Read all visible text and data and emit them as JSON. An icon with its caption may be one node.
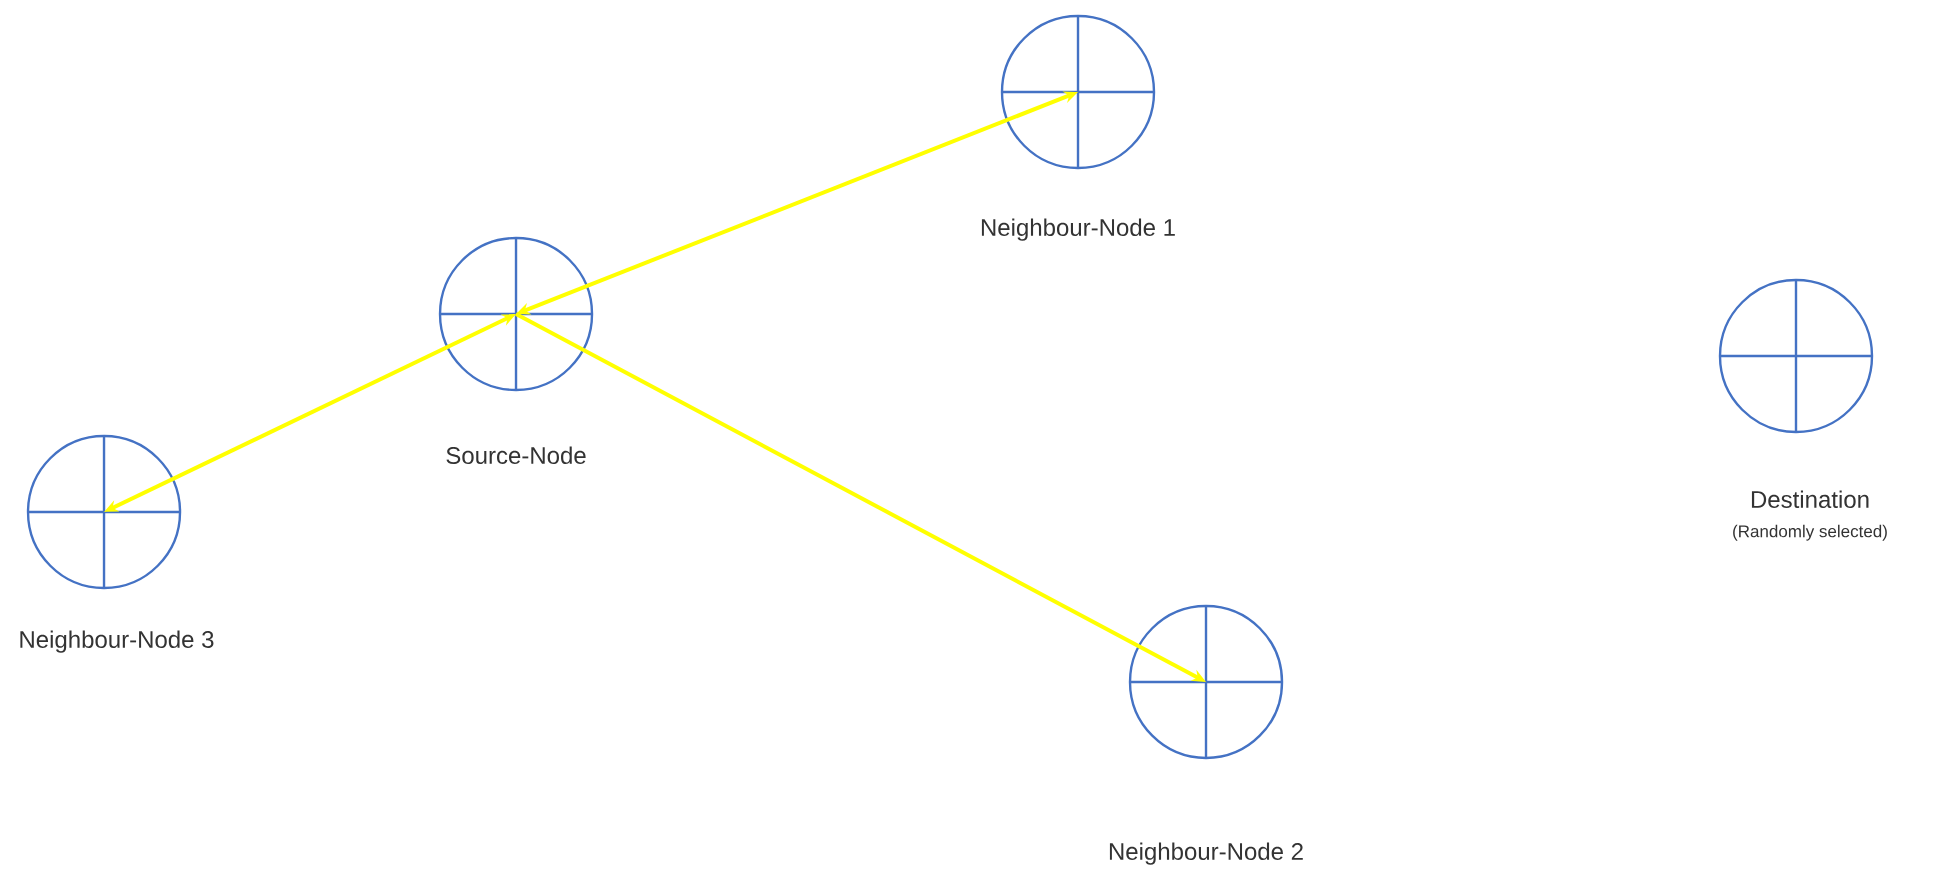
{
  "diagram": {
    "nodes": [
      {
        "text": [
          "Neighbour-Node 1"
        ]
      },
      {
        "text": [
          "Source-Node"
        ]
      },
      {
        "text": [
          "Destination"
        ]
      },
      {
        "text": [
          "Neighbour-Node 3"
        ]
      },
      {
        "text": [
          "Neighbour-Node 2"
        ]
      }
    ],
    "edges": [
      {
        "from": 1,
        "to": 0,
        "arrow": "both",
        "color": "#ffff00"
      },
      {
        "from": 1,
        "to": 3,
        "arrow": "both",
        "color": "#ffff00"
      },
      {
        "from": 1,
        "to": 4,
        "arrow": "to",
        "color": "#ffff00"
      }
    ],
    "labels": [
      "(Randomly selected)"
    ]
  }
}
